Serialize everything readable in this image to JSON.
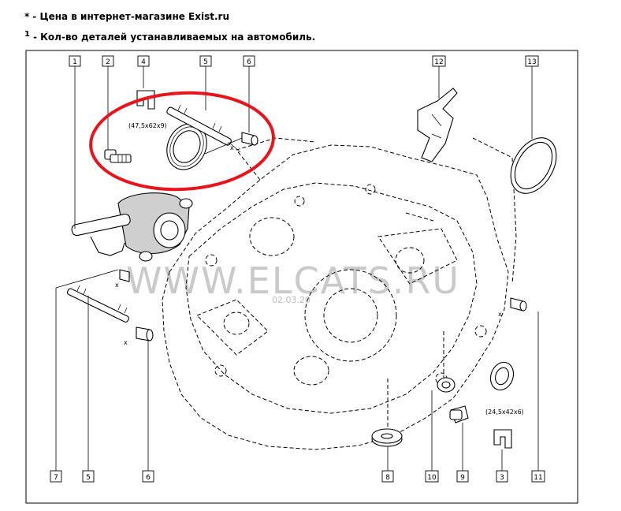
{
  "notes": {
    "price_mark": "*",
    "price_text": "- Цена в интернет-магазине Exist.ru",
    "qty_mark": "1",
    "qty_text": "- Кол-во деталей устанавливаемых на автомобиль."
  },
  "watermark": {
    "text": "WWW.ELCATS.RU",
    "date": "02.03.20"
  },
  "dimensions": {
    "seal_large": "(47,5x62x9)",
    "seal_small": "(24,5x42x6)",
    "x_mark": "x"
  },
  "callouts": {
    "c1": "1",
    "c2": "2",
    "c4": "4",
    "c5_top": "5",
    "c6_top": "6",
    "c12": "12",
    "c13": "13",
    "c7": "7",
    "c5_bottom": "5",
    "c6_bottom": "6",
    "c8": "8",
    "c10": "10",
    "c9": "9",
    "c3": "3",
    "c11": "11"
  },
  "highlight": {
    "color": "#e8141b"
  }
}
